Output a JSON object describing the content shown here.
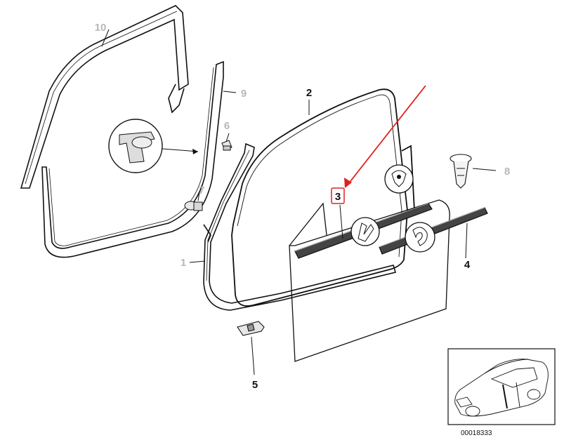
{
  "diagram": {
    "callouts": [
      {
        "id": "1",
        "label": "1",
        "muted": true
      },
      {
        "id": "2",
        "label": "2",
        "muted": false
      },
      {
        "id": "3",
        "label": "3",
        "muted": false,
        "highlighted": true
      },
      {
        "id": "4",
        "label": "4",
        "muted": false
      },
      {
        "id": "5",
        "label": "5",
        "muted": false
      },
      {
        "id": "6",
        "label": "6",
        "muted": true
      },
      {
        "id": "7",
        "label": "7",
        "muted": true
      },
      {
        "id": "8",
        "label": "8",
        "muted": true
      },
      {
        "id": "9",
        "label": "9",
        "muted": true
      },
      {
        "id": "10",
        "label": "10",
        "muted": true
      }
    ],
    "reference_number": "00018333"
  },
  "colors": {
    "line": "#111111",
    "muted_text": "#b8b8b8",
    "highlight": "#e02020"
  }
}
